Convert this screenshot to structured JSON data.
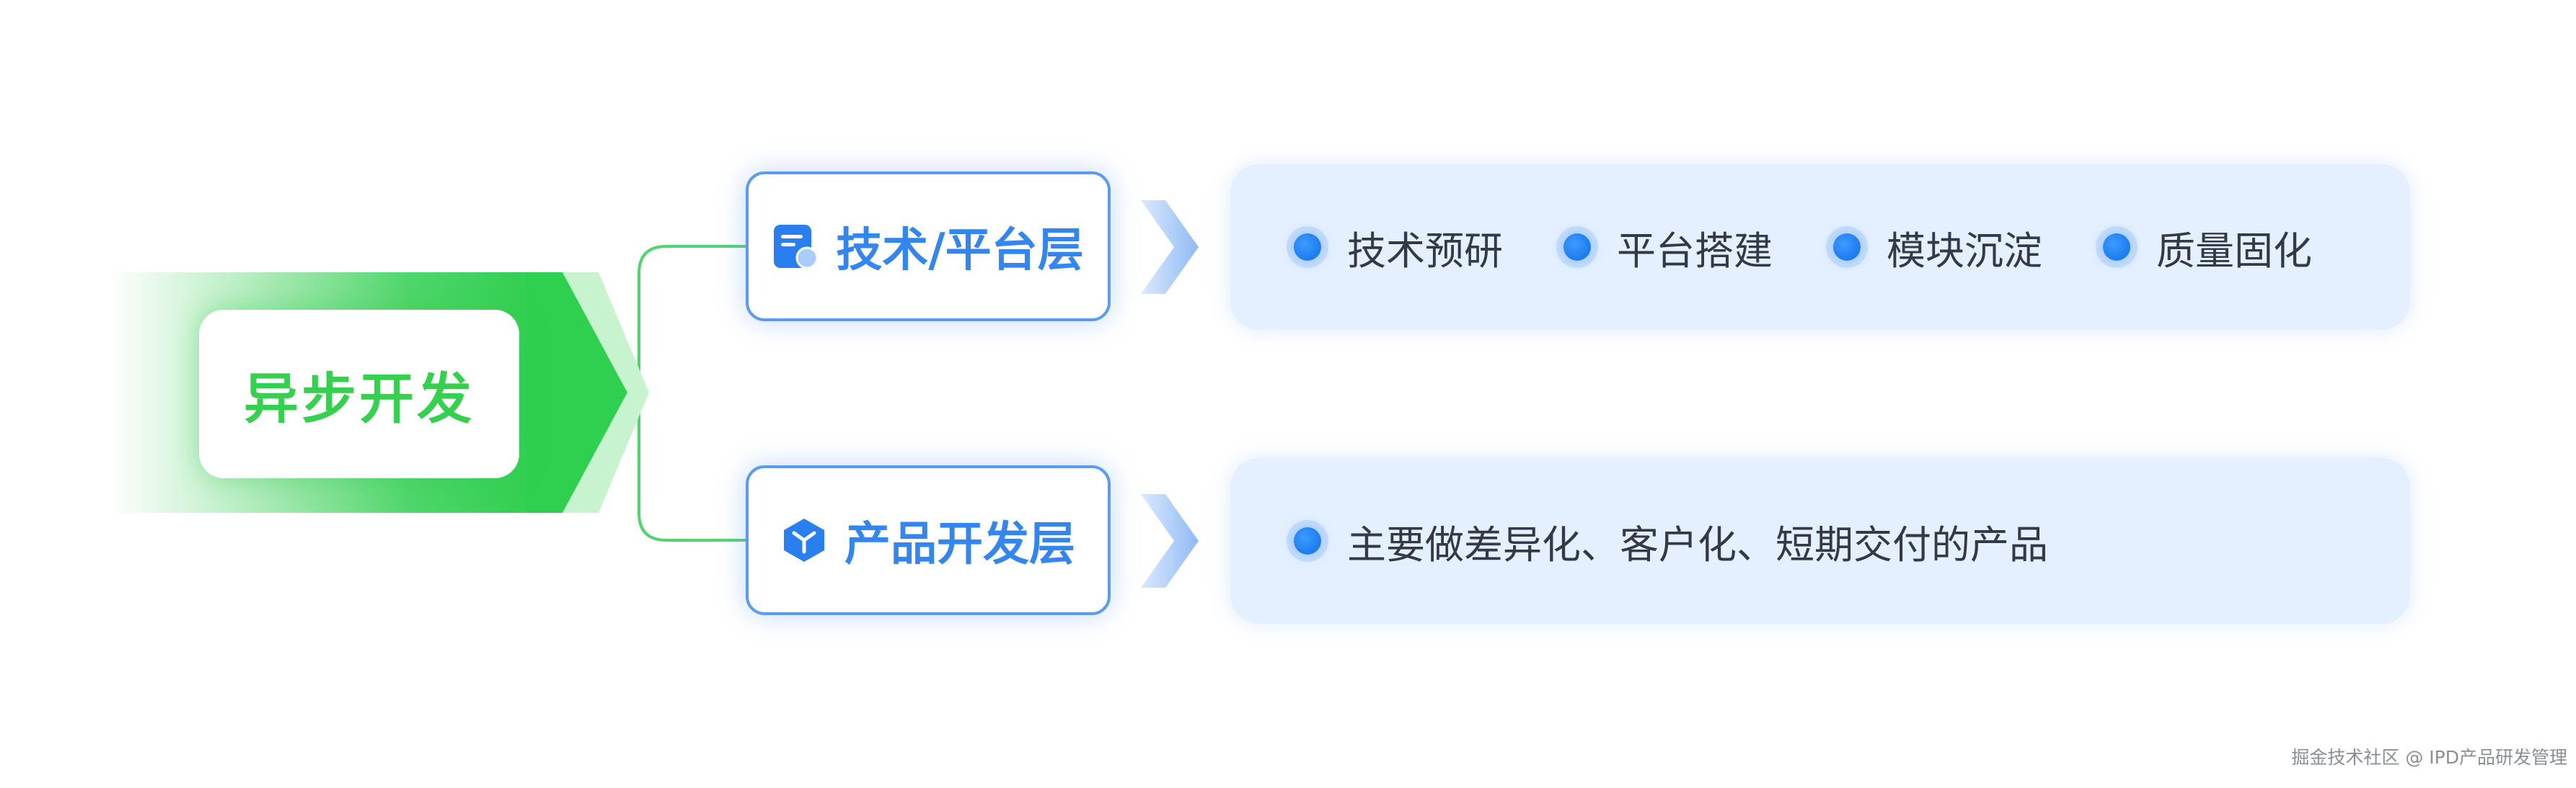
{
  "root": {
    "label": "异步开发"
  },
  "layers": [
    {
      "title": "技术/平台层",
      "icon": "document-icon",
      "items": [
        "技术预研",
        "平台搭建",
        "模块沉淀",
        "质量固化"
      ]
    },
    {
      "title": "产品开发层",
      "icon": "cube-icon",
      "items": [
        "主要做差异化、客户化、短期交付的产品"
      ]
    }
  ],
  "colors": {
    "root_green": "#35d04d",
    "connector_green": "#4fd66a",
    "layer_blue": "#3385f0",
    "panel_bg": "#e4f0ff",
    "dot_blue": "#1e7ef0"
  },
  "watermark": "掘金技术社区 @ IPD产品研发管理"
}
